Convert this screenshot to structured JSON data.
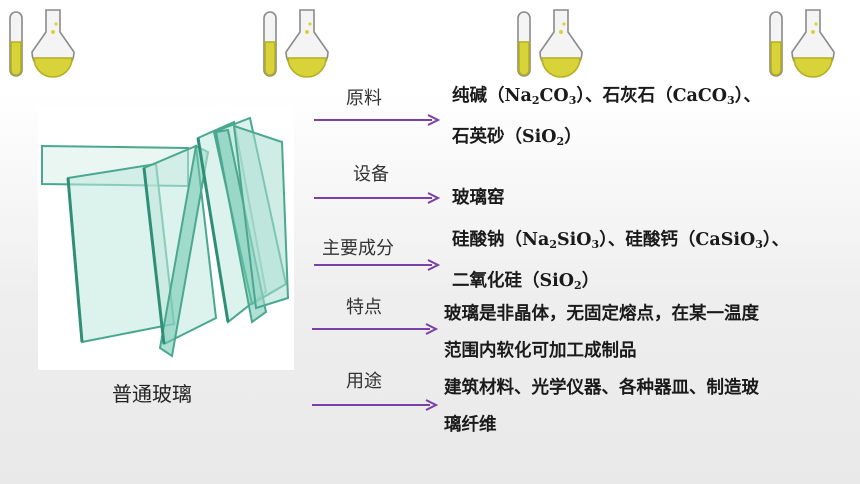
{
  "caption": "普通玻璃",
  "rows": [
    {
      "label": "原料",
      "lines": [
        [
          "纯碱（Na",
          "2",
          "CO",
          "3",
          "）、石灰石（CaCO",
          "3",
          "）、"
        ],
        [
          "石英砂（SiO",
          "2",
          "）"
        ]
      ]
    },
    {
      "label": "设备",
      "lines": [
        [
          "玻璃窑"
        ]
      ]
    },
    {
      "label": "主要成分",
      "lines": [
        [
          "硅酸钠（Na",
          "2",
          "SiO",
          "3",
          "）、硅酸钙（CaSiO",
          "3",
          "）、"
        ],
        [
          "二氧化硅（SiO",
          "2",
          "）"
        ]
      ]
    },
    {
      "label": "特点",
      "lines": [
        [
          "玻璃是非晶体，无固定熔点，在某一温度"
        ],
        [
          "范围内软化可加工成制品"
        ]
      ]
    },
    {
      "label": "用途",
      "lines": [
        [
          "建筑材料、光学仪器、各种器皿、制造玻"
        ],
        [
          "璃纤维"
        ]
      ]
    }
  ],
  "colors": {
    "arrow": "#7b3fa6",
    "glass": "#6fc7b0",
    "liquid": "#d9d33a"
  },
  "icons": [
    "test-tube-icon",
    "flask-icon"
  ]
}
